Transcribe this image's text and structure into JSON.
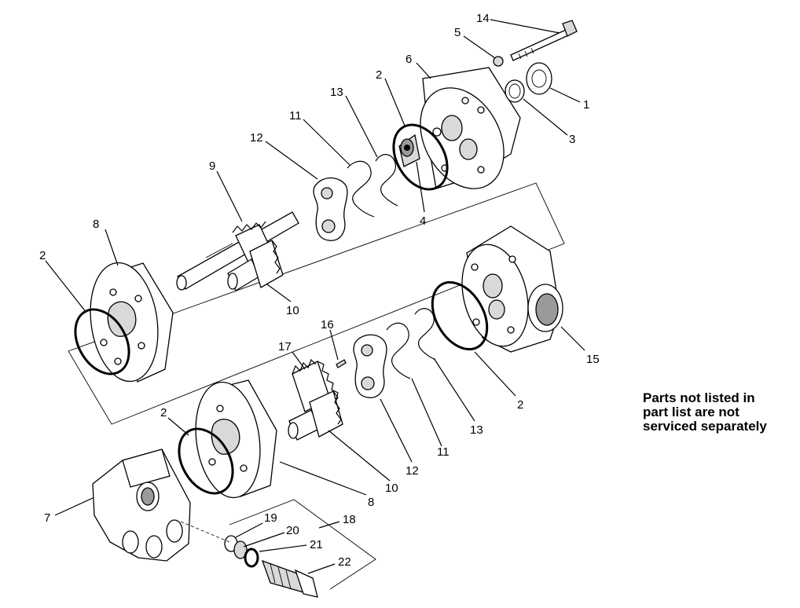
{
  "note": {
    "lines": [
      "Parts not listed in",
      "part list are not",
      "serviced separately"
    ]
  },
  "callouts": {
    "c1": "1",
    "c2a": "2",
    "c2b": "2",
    "c2c": "2",
    "c2d": "2",
    "c3": "3",
    "c4": "4",
    "c5": "5",
    "c6": "6",
    "c7": "7",
    "c8a": "8",
    "c8b": "8",
    "c9": "9",
    "c10a": "10",
    "c10b": "10",
    "c11a": "11",
    "c11b": "11",
    "c12a": "12",
    "c12b": "12",
    "c13a": "13",
    "c13b": "13",
    "c14": "14",
    "c15": "15",
    "c16": "16",
    "c17": "17",
    "c18": "18",
    "c19": "19",
    "c20": "20",
    "c21": "21",
    "c22": "22"
  }
}
